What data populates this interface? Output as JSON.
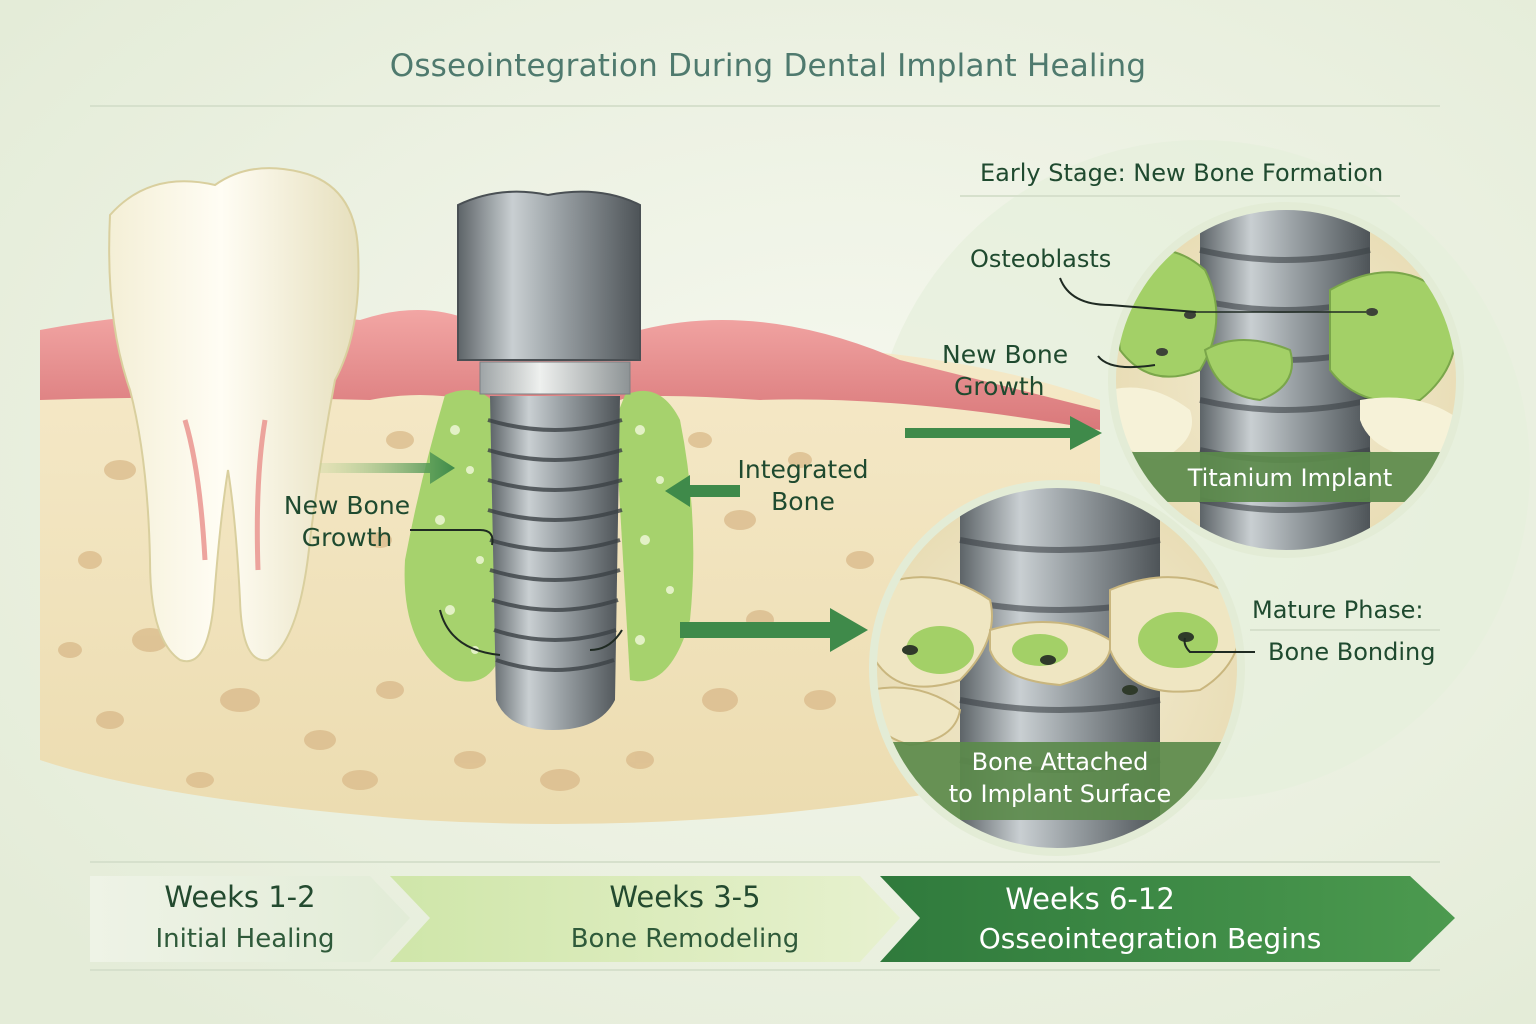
{
  "title": "Osseointegration During Dental Implant Healing",
  "labels": {
    "new_bone_growth_main": [
      "New Bone",
      "Growth"
    ],
    "integrated_bone": [
      "Integrated",
      "Bone"
    ],
    "early_stage": "Early Stage: New Bone Formation",
    "osteoblasts": "Osteoblasts",
    "new_bone_growth_inset": [
      "New Bone",
      "Growth"
    ],
    "titanium_implant": "Titanium Implant",
    "mature_phase": "Mature Phase:",
    "bone_bonding": "Bone Bonding",
    "bone_attached": [
      "Bone Attached",
      "to Implant Surface"
    ]
  },
  "timeline": [
    {
      "weeks": "Weeks 1-2",
      "phase": "Initial Healing"
    },
    {
      "weeks": "Weeks 3-5",
      "phase": "Bone Remodeling"
    },
    {
      "weeks": "Weeks 6-12",
      "phase": "Osseointegration Begins"
    }
  ],
  "colors": {
    "gum": "#e58f8f",
    "bone": "#f1e2bd",
    "new_bone": "#9fcf69",
    "implant": "#8d9499",
    "accent_green": "#3f8a4a",
    "dark_green": "#2f7a3c"
  }
}
